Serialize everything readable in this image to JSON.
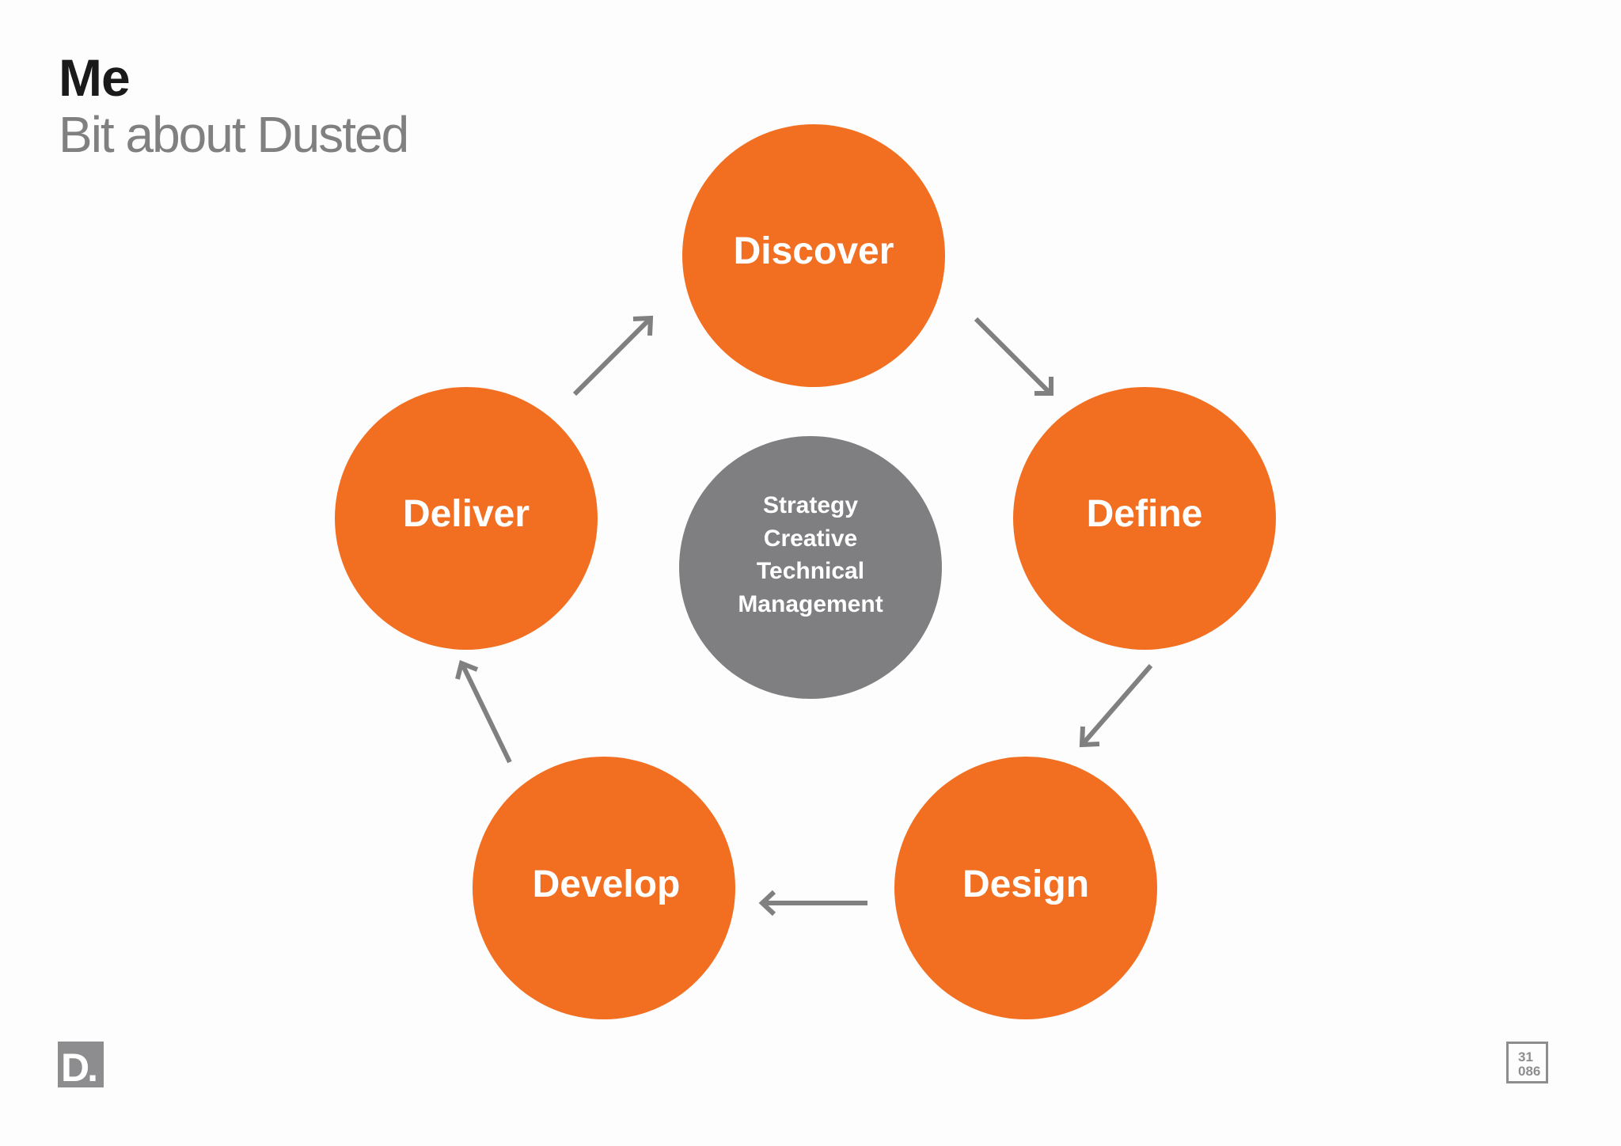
{
  "header": {
    "title": "Me",
    "subtitle": "Bit about Dusted"
  },
  "diagram": {
    "nodes": [
      {
        "label": "Discover"
      },
      {
        "label": "Define"
      },
      {
        "label": "Design"
      },
      {
        "label": "Develop"
      },
      {
        "label": "Deliver"
      }
    ],
    "center": {
      "lines": [
        "Strategy",
        "Creative",
        "Technical",
        "Management"
      ]
    },
    "colors": {
      "node": "#f26f22",
      "center": "#7f7e80",
      "arrow": "#808080"
    }
  },
  "footer": {
    "logo_text": "D.",
    "page_line1": "31",
    "page_line2": "086"
  }
}
